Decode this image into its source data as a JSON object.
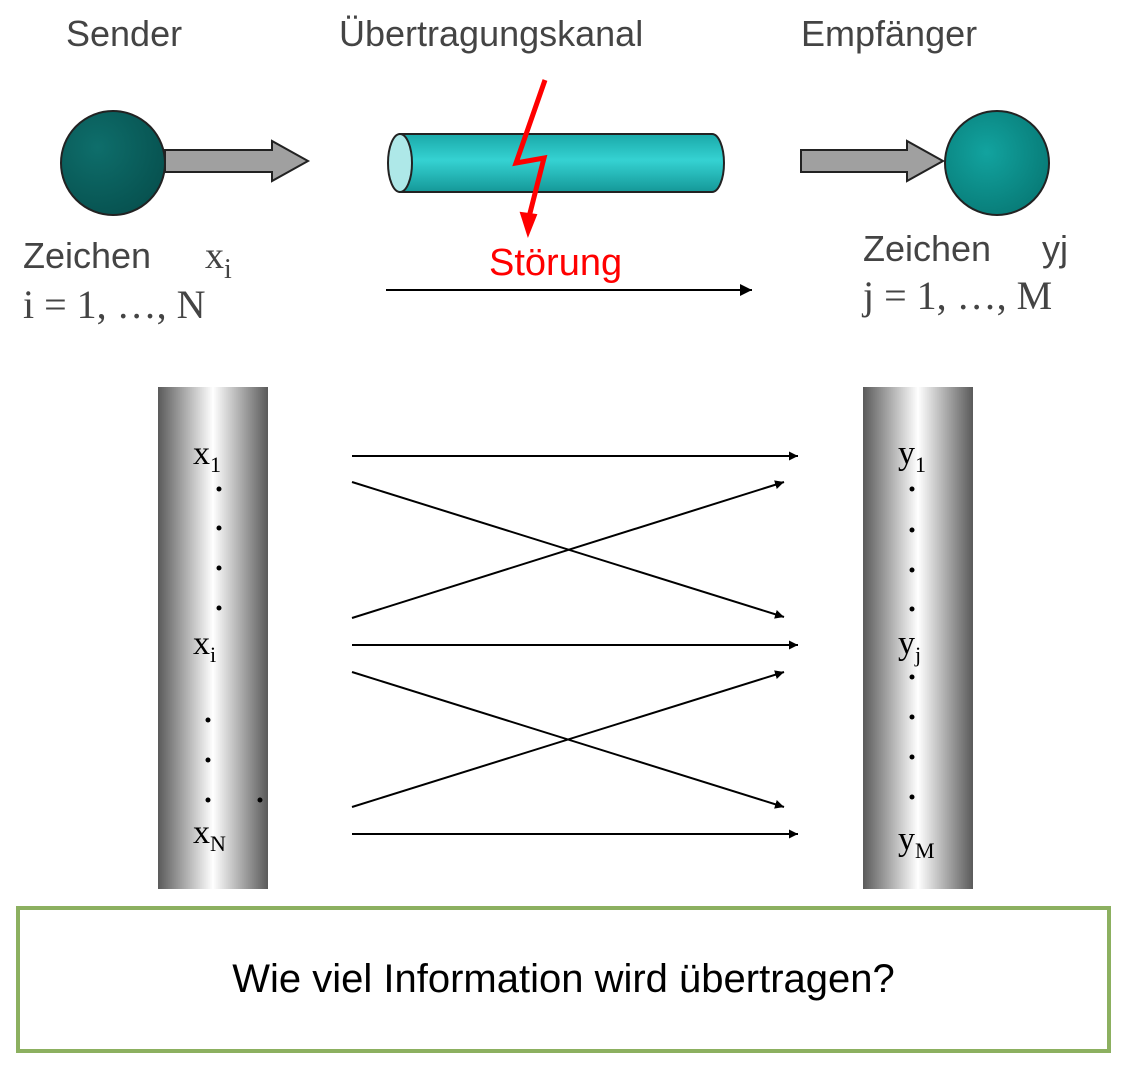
{
  "labels": {
    "sender": "Sender",
    "channel": "Übertragungskanal",
    "receiver": "Empfänger",
    "disturbance": "Störung"
  },
  "sender_symbols": {
    "word": "Zeichen",
    "var": "x",
    "var_sub": "i",
    "range": "i = 1, …, N"
  },
  "receiver_symbols": {
    "word": "Zeichen",
    "var": "yj",
    "range": "j = 1, …, M"
  },
  "input_column": [
    {
      "base": "x",
      "sub": "1"
    },
    {
      "base": "x",
      "sub": "i"
    },
    {
      "base": "x",
      "sub": "N"
    }
  ],
  "output_column": [
    {
      "base": "y",
      "sub": "1"
    },
    {
      "base": "y",
      "sub": "j"
    },
    {
      "base": "y",
      "sub": "M"
    }
  ],
  "question": "Wie viel Information wird übertragen?",
  "colors": {
    "sphere_dark": "#0a5a58",
    "sphere_light": "#0d8a88",
    "pipe": "#2cc9c9",
    "disturbance": "#ff0000",
    "box_border": "#8cb060",
    "label_gray": "#444444"
  }
}
